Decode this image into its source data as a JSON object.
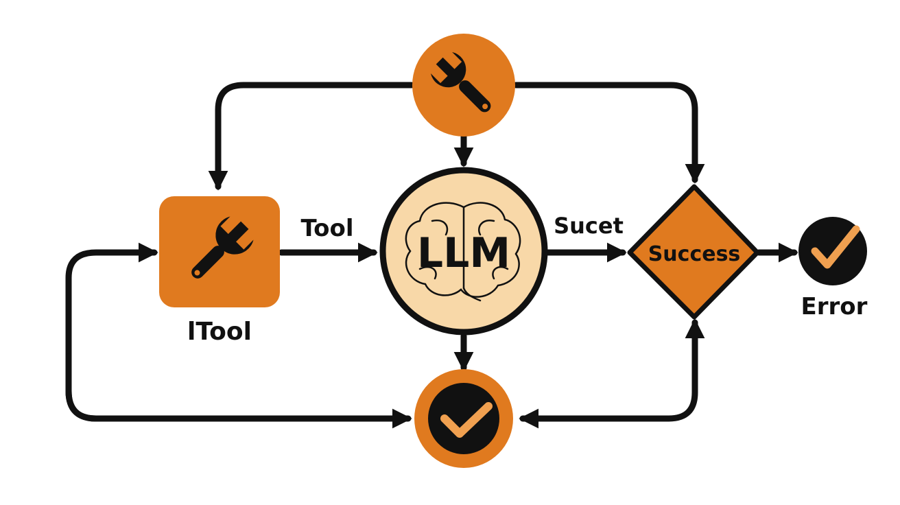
{
  "colors": {
    "node_fill": "#e07a1f",
    "llm_fill": "#f8d8a8",
    "outline": "#111111",
    "checkmark": "#f0a050",
    "background": "#ffffff"
  },
  "nodes": {
    "top_tool": {
      "icon": "wrench-icon"
    },
    "left_tool": {
      "icon": "wrench-icon",
      "label": "lTool"
    },
    "llm": {
      "icon": "brain-icon",
      "label": "LLM"
    },
    "decision": {
      "label": "Success"
    },
    "bottom_result": {
      "icon": "checkmark-icon"
    },
    "right_result": {
      "icon": "checkmark-icon",
      "label": "Error"
    }
  },
  "edges": {
    "tool_to_llm": {
      "label": "Tool"
    },
    "llm_to_decision": {
      "label": "Sucet"
    }
  }
}
